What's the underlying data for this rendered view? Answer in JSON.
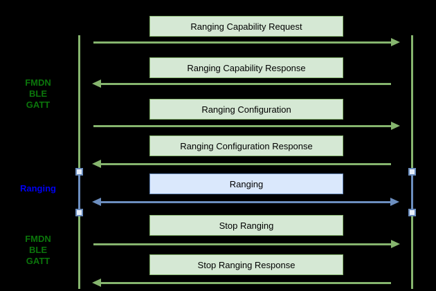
{
  "palette": {
    "background": "#000000",
    "green_fill": "#d5e8d4",
    "green_stroke": "#86b56e",
    "blue_fill": "#dae8fc",
    "blue_stroke": "#6c8ebf",
    "node_fill": "#e6eefb",
    "label_green": "#0b750b",
    "label_blue": "#0000f2",
    "text": "#000000"
  },
  "diagram": {
    "type": "sequence-diagram",
    "side_labels": [
      {
        "lines": [
          "FMDN",
          "BLE",
          "GATT"
        ],
        "color": "#0b750b"
      },
      {
        "lines": [
          "Ranging"
        ],
        "color": "#0000f2"
      },
      {
        "lines": [
          "FMDN",
          "BLE",
          "GATT"
        ],
        "color": "#0b750b"
      }
    ],
    "messages": [
      {
        "label": "Ranging Capability Request",
        "direction": "right",
        "scheme": "green"
      },
      {
        "label": "Ranging Capability Response",
        "direction": "left",
        "scheme": "green"
      },
      {
        "label": "Ranging Configuration",
        "direction": "right",
        "scheme": "green"
      },
      {
        "label": "Ranging Configuration Response",
        "direction": "left",
        "scheme": "green"
      },
      {
        "label": "Ranging",
        "direction": "both",
        "scheme": "blue"
      },
      {
        "label": "Stop Ranging",
        "direction": "right",
        "scheme": "green"
      },
      {
        "label": "Stop Ranging Response",
        "direction": "left",
        "scheme": "green"
      }
    ]
  }
}
